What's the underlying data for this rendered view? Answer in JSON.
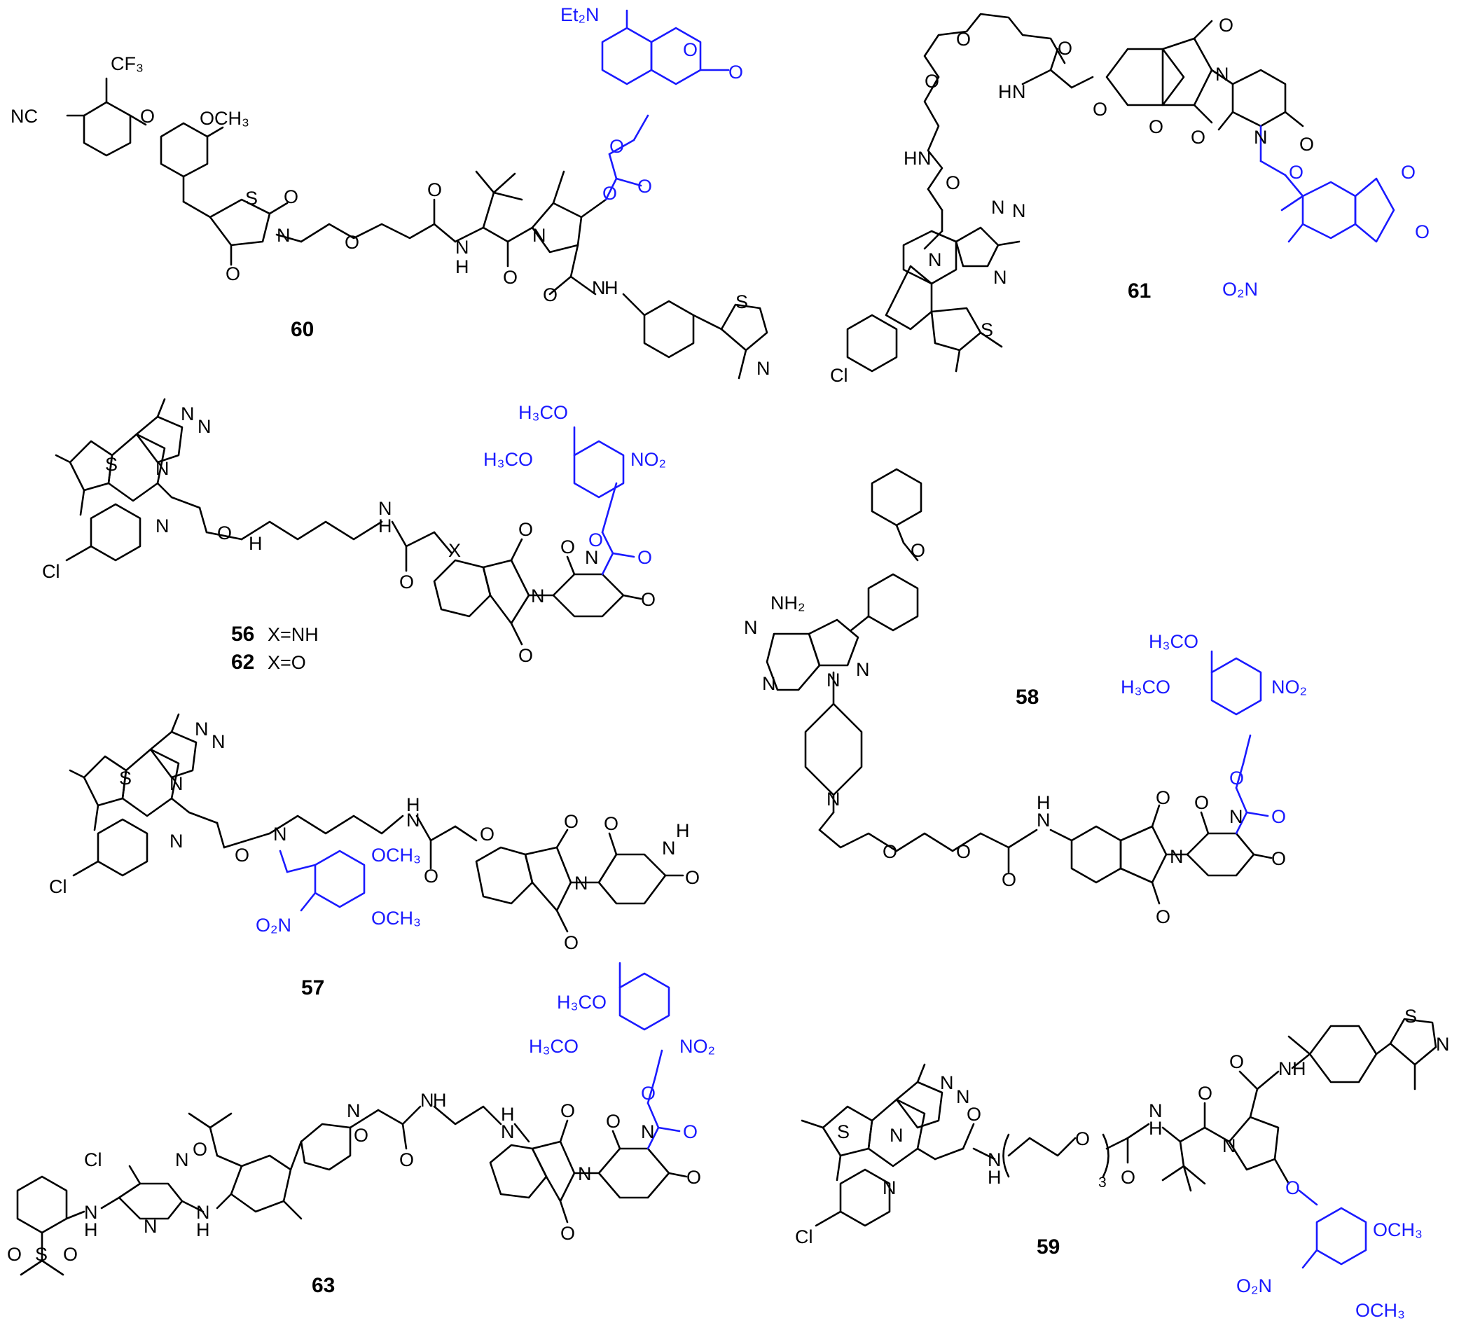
{
  "colors": {
    "bond": "#000000",
    "photocage": "#1a1aff",
    "background": "#ffffff"
  },
  "compounds": [
    {
      "id": "60",
      "labels": [
        "Et₂N",
        "O",
        "O",
        "CF₃",
        "NC",
        "O",
        "OCH₃",
        "S",
        "O",
        "N",
        "O",
        "O",
        "O",
        "N",
        "H",
        "O",
        "N",
        "O",
        "O",
        "O",
        "O",
        "N",
        "H",
        "S",
        "N"
      ]
    },
    {
      "id": "61",
      "labels": [
        "O",
        "O",
        "O",
        "H",
        "N",
        "O",
        "O",
        "N",
        "O",
        "O",
        "N",
        "O",
        "O",
        "O",
        "O",
        "O₂N",
        "H",
        "N",
        "O",
        "N",
        "N",
        "N",
        "N",
        "S",
        "Cl"
      ]
    },
    {
      "id": "56",
      "note": "X=NH",
      "labels": [
        "H₃CO",
        "H₃CO",
        "NO₂",
        "S",
        "N",
        "N",
        "N",
        "O",
        "N",
        "H",
        "N",
        "H",
        "O",
        "X",
        "O",
        "O",
        "O",
        "N",
        "O",
        "O",
        "N",
        "O",
        "Cl"
      ]
    },
    {
      "id": "62",
      "note": "X=O"
    },
    {
      "id": "57",
      "labels": [
        "S",
        "N",
        "N",
        "N",
        "N",
        "O",
        "N",
        "H",
        "N",
        "O",
        "O",
        "O",
        "O",
        "N",
        "H",
        "N",
        "O",
        "O",
        "OCH₃",
        "O₂N",
        "OCH₃",
        "Cl"
      ]
    },
    {
      "id": "58",
      "labels": [
        "O",
        "NH₂",
        "N",
        "N",
        "N",
        "N",
        "N",
        "O",
        "O",
        "H",
        "N",
        "O",
        "O",
        "N",
        "O",
        "O",
        "N",
        "O",
        "O",
        "O",
        "H₃CO",
        "H₃CO",
        "NO₂"
      ]
    },
    {
      "id": "63",
      "labels": [
        "H₃CO",
        "H₃CO",
        "NO₂",
        "Cl",
        "N",
        "N",
        "O",
        "N",
        "H",
        "N",
        "H",
        "N",
        "N",
        "H",
        "O",
        "N",
        "H",
        "O",
        "O",
        "N",
        "O",
        "O",
        "N",
        "O",
        "O",
        "O",
        "S",
        "O",
        "O"
      ]
    },
    {
      "id": "59",
      "labels": [
        "S",
        "N",
        "N",
        "N",
        "N",
        "O",
        "N",
        "H",
        "O",
        "3",
        "O",
        "N",
        "H",
        "O",
        "N",
        "O",
        "N",
        "H",
        "S",
        "N",
        "O",
        "O₂N",
        "OCH₃",
        "OCH₃",
        "Cl"
      ]
    }
  ]
}
